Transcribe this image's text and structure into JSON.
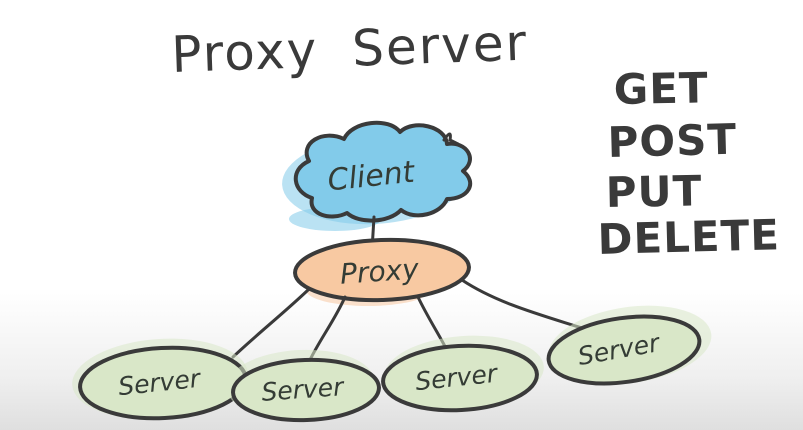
{
  "title": "Proxy Server",
  "nodes": {
    "client": {
      "label": "Client",
      "fill": "#82cbea"
    },
    "proxy": {
      "label": "Proxy",
      "fill": "#f8c9a2"
    },
    "servers": [
      {
        "label": "Server"
      },
      {
        "label": "Server"
      },
      {
        "label": "Server"
      },
      {
        "label": "Server"
      }
    ],
    "server_fill": "#d9e7c8"
  },
  "http_methods": [
    "GET",
    "POST",
    "PUT",
    "DELETE"
  ],
  "colors": {
    "ink": "#3a3a3a",
    "label_ink": "#343c35",
    "background_top": "#ffffff",
    "background_bottom": "#dfdfdf"
  }
}
